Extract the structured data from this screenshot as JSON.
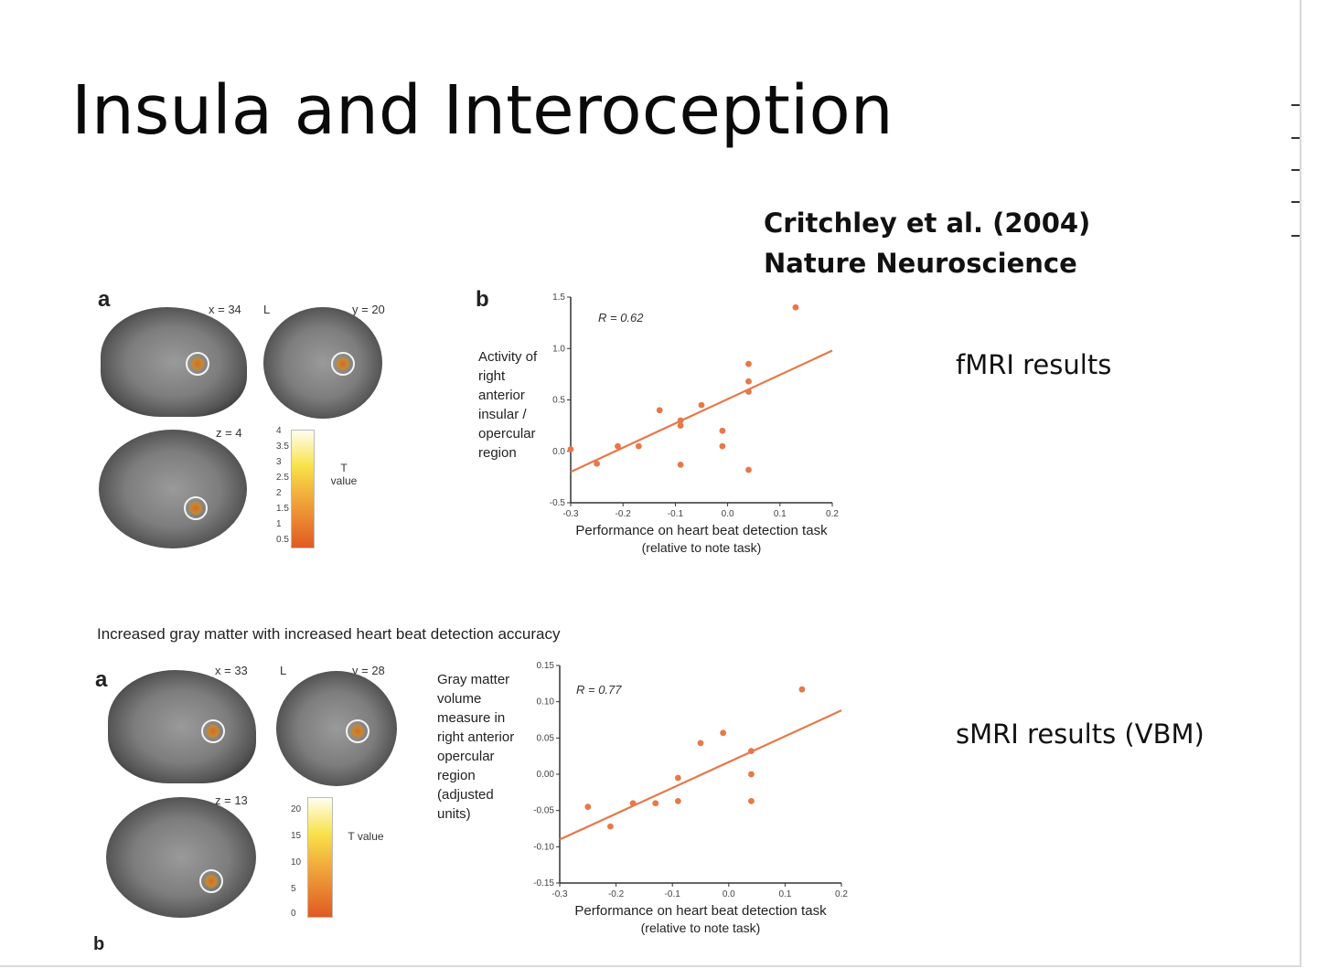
{
  "slide": {
    "title": "Insula and Interoception",
    "citation_line1": "Critchley et al. (2004)",
    "citation_line2": "Nature Neuroscience",
    "fmri_label": "fMRI results",
    "smri_label": "sMRI results (VBM)",
    "caption": "Increased gray matter with increased heart beat detection accuracy",
    "bottom_panel_letter": "b"
  },
  "top_figure": {
    "panel_a": "a",
    "panel_b": "b",
    "coords": [
      "x = 34",
      "L",
      "y = 20",
      "z = 4"
    ],
    "colorbar_title": "T value",
    "colorbar_ticks": [
      "4",
      "3.5",
      "3",
      "2.5",
      "2",
      "1.5",
      "1",
      "0.5"
    ]
  },
  "bottom_figure": {
    "panel_a": "a",
    "coords": [
      "x = 33",
      "L",
      "y = 28",
      "z = 13"
    ],
    "colorbar_title": "T value",
    "colorbar_ticks": [
      "20",
      "15",
      "10",
      "5",
      "0"
    ]
  },
  "chart_data": [
    {
      "type": "scatter",
      "title": "",
      "annotation": "R = 0.62",
      "ylabel": "Activity of right anterior insular / opercular region",
      "xlabel": "Performance on heart beat detection task (relative to note task)",
      "xlim": [
        -0.3,
        0.2
      ],
      "ylim": [
        -0.5,
        1.5
      ],
      "xticks": [
        "-0.3",
        "-0.2",
        "-0.1",
        "0.0",
        "0.1",
        "0.2"
      ],
      "yticks": [
        "-0.5",
        "0.0",
        "0.5",
        "1.0",
        "1.5"
      ],
      "x": [
        -0.3,
        -0.25,
        -0.21,
        -0.17,
        -0.13,
        -0.09,
        -0.09,
        -0.09,
        -0.05,
        -0.01,
        -0.01,
        0.04,
        0.04,
        0.04,
        0.04,
        0.13
      ],
      "y": [
        0.02,
        -0.12,
        0.05,
        0.05,
        0.4,
        0.3,
        0.25,
        -0.13,
        0.45,
        0.2,
        0.05,
        0.85,
        0.68,
        0.58,
        -0.18,
        1.4
      ],
      "fit": {
        "x": [
          -0.3,
          0.2
        ],
        "y": [
          -0.2,
          0.98
        ]
      },
      "color": "#e8774a"
    },
    {
      "type": "scatter",
      "title": "",
      "annotation": "R = 0.77",
      "ylabel": "Gray matter volume measure in right anterior opercular region (adjusted units)",
      "xlabel": "Performance on heart beat detection task (relative to note task)",
      "xlim": [
        -0.3,
        0.2
      ],
      "ylim": [
        -0.15,
        0.15
      ],
      "xticks": [
        "-0.3",
        "-0.2",
        "-0.1",
        "0.0",
        "0.1",
        "0.2"
      ],
      "yticks": [
        "-0.15",
        "-0.10",
        "-0.05",
        "0.00",
        "0.05",
        "0.10",
        "0.15"
      ],
      "x": [
        -0.25,
        -0.21,
        -0.17,
        -0.13,
        -0.09,
        -0.09,
        -0.05,
        -0.01,
        0.04,
        0.04,
        0.04,
        0.13
      ],
      "y": [
        -0.045,
        -0.072,
        -0.04,
        -0.04,
        -0.005,
        -0.037,
        0.043,
        0.057,
        0.032,
        0.0,
        -0.037,
        0.117
      ],
      "fit": {
        "x": [
          -0.3,
          0.2
        ],
        "y": [
          -0.09,
          0.088
        ]
      },
      "color": "#e8774a"
    }
  ]
}
